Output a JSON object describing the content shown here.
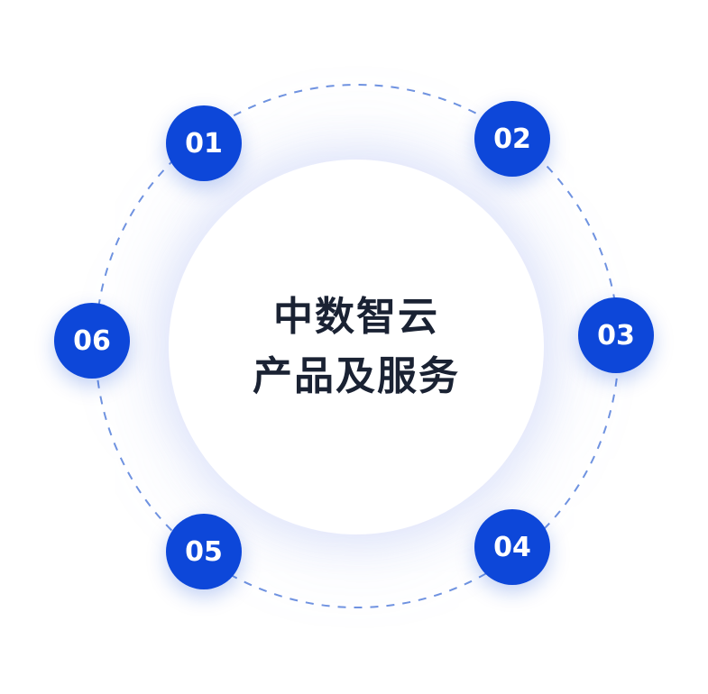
{
  "center": {
    "line1": "中数智云",
    "line2": "产品及服务"
  },
  "nodes": [
    {
      "label": "01"
    },
    {
      "label": "02"
    },
    {
      "label": "03"
    },
    {
      "label": "04"
    },
    {
      "label": "05"
    },
    {
      "label": "06"
    }
  ],
  "colors": {
    "node_fill": "#0d47d9",
    "ring_dash": "#6f93e0",
    "center_text": "#1a2233"
  }
}
